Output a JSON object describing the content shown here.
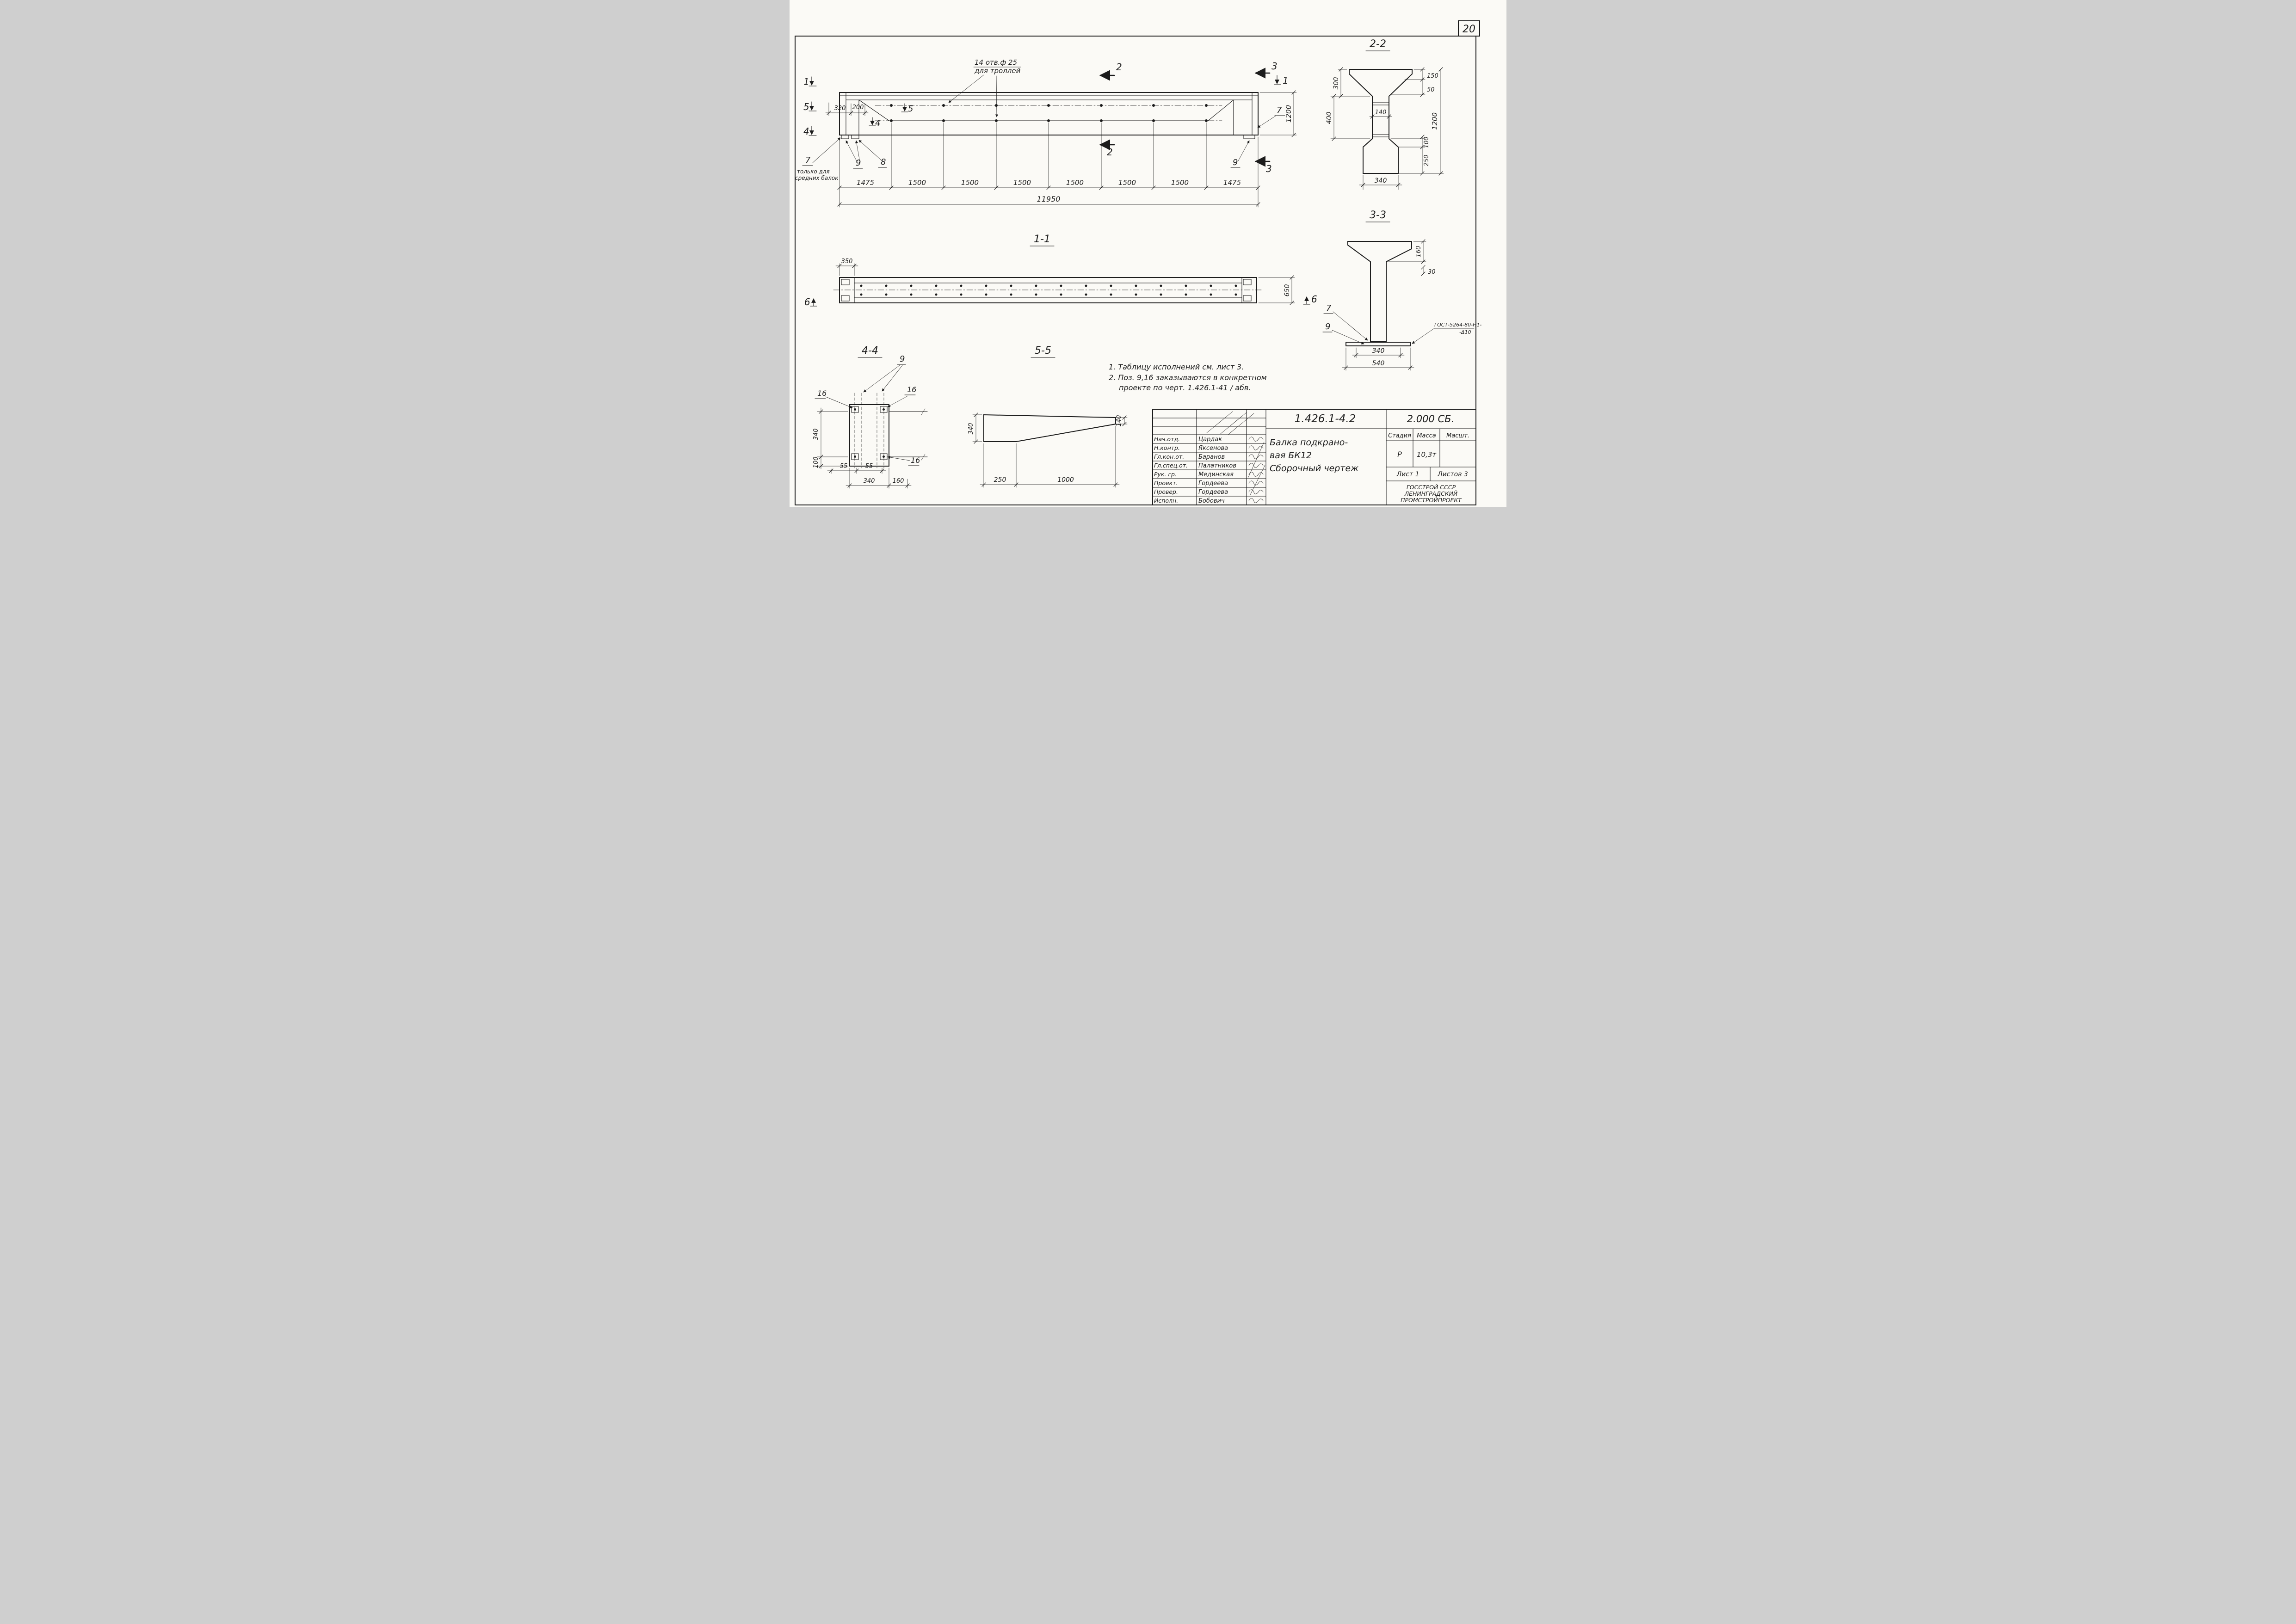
{
  "sheet": {
    "number": "20"
  },
  "sec": {
    "s11": "1-1",
    "s22": "2-2",
    "s33": "3-3",
    "s44": "4-4",
    "s55": "5-5"
  },
  "pos": {
    "p1": "1",
    "p2": "2",
    "p3": "3",
    "p4": "4",
    "p5": "5",
    "p6": "6",
    "p7": "7",
    "p8": "8",
    "p9": "9",
    "p16": "16"
  },
  "dims": {
    "d30": "30",
    "d50": "50",
    "d55": "55",
    "d100": "100",
    "d140": "140",
    "d150": "150",
    "d160": "160",
    "d200": "200",
    "d250": "250",
    "d300": "300",
    "d320": "320",
    "d340": "340",
    "d350": "350",
    "d400": "400",
    "d540": "540",
    "d650": "650",
    "d1000": "1000",
    "d1200": "1200",
    "d1475": "1475",
    "d1500": "1500",
    "d11950": "11950"
  },
  "ann": {
    "holes1": "14 отв.ф 25",
    "holes2": "для троллей",
    "only1": "только для",
    "only2": "средних балок",
    "gost1": "ГОСТ-5264-80-Н1-",
    "gost2": "-Δ10"
  },
  "notes": {
    "l1": "1. Таблицу исполнений  см. лист 3.",
    "l2": "2. Поз. 9,16 заказываются в конкретном",
    "l3": "проекте по черт. 1.426.1-41 / абв."
  },
  "titleblock": {
    "doc_number": "1.426.1-4.2",
    "series": "2.000 СБ.",
    "title1": "Балка подкрано-",
    "title2": "вая БК12",
    "title3": "Сборочный  чертеж",
    "col_stage": "Стадия",
    "col_mass": "Масса",
    "col_scale": "Масшт.",
    "stage": "Р",
    "mass": "10,3т",
    "sheet_label": "Лист 1",
    "sheets_label": "Листов 3",
    "org1": "ГОССТРОЙ СССР",
    "org2": "ЛЕНИНГРАДСКИЙ",
    "org3": "ПРОМСТРОЙПРОЕКТ",
    "people": [
      {
        "role": "Нач.отд.",
        "name": "Цардак"
      },
      {
        "role": "Н.контр.",
        "name": "Яксенова"
      },
      {
        "role": "Гл.кон.от.",
        "name": "Баранов"
      },
      {
        "role": "Гл.спец.от.",
        "name": "Палатников"
      },
      {
        "role": "Рук. гр.",
        "name": "Мединская"
      },
      {
        "role": "Проект.",
        "name": "Гордеева"
      },
      {
        "role": "Провер.",
        "name": "Гордеева"
      },
      {
        "role": "Исполн.",
        "name": "Бобович"
      }
    ]
  }
}
